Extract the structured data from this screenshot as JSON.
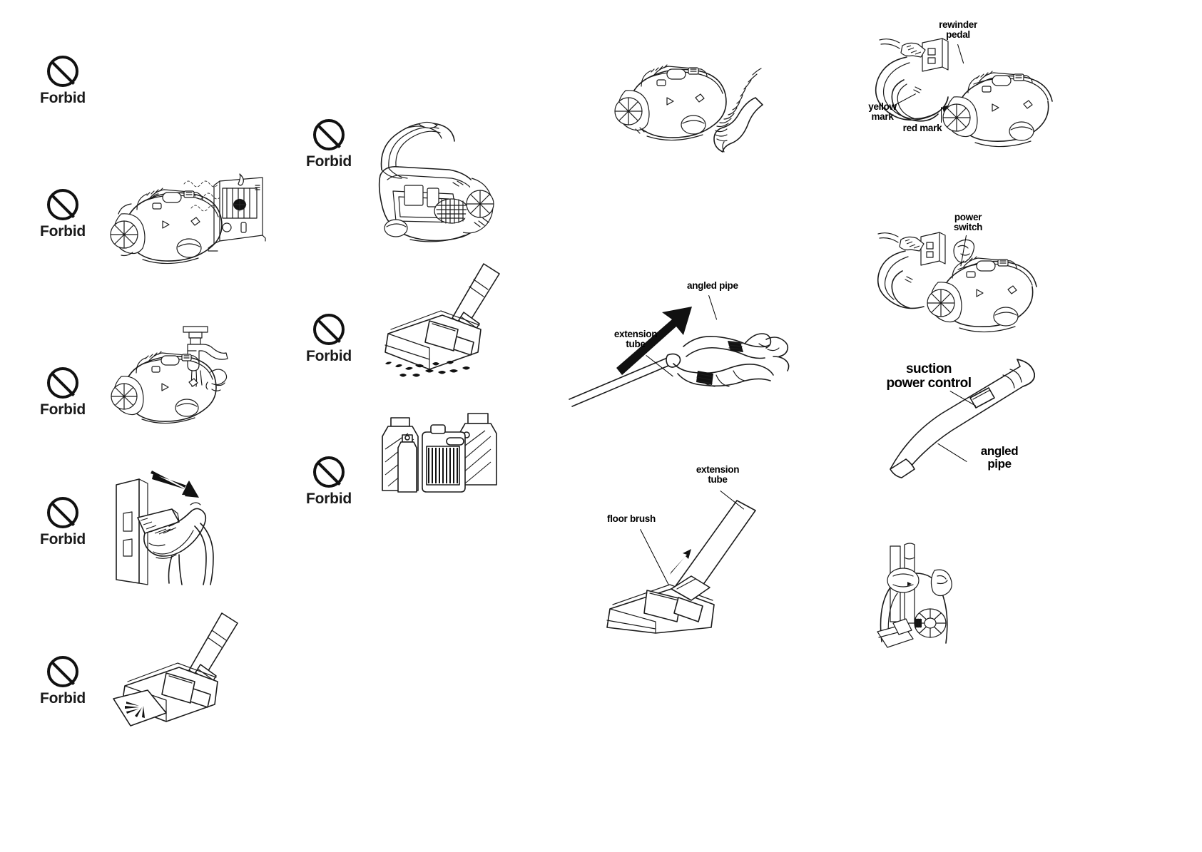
{
  "document": {
    "type": "appliance-instruction-manual-page",
    "subject": "canister vacuum cleaner",
    "background_color": "#ffffff",
    "ink_color": "#1b1b1b"
  },
  "forbid_icon": {
    "name": "prohibition-sign",
    "label": "Forbid",
    "description": "circle with diagonal slash"
  },
  "warnings": [
    {
      "id": "warning-1",
      "badge": "Forbid",
      "illustration": "none"
    },
    {
      "id": "warning-2",
      "badge": "Forbid",
      "illustration": "vacuum-cleaner-near-heater"
    },
    {
      "id": "warning-3",
      "badge": "Forbid",
      "illustration": "vacuum-cleaner-under-water-faucet"
    },
    {
      "id": "warning-4",
      "badge": "Forbid",
      "illustration": "hand-pulling-plug-by-cord-from-wall-outlet"
    },
    {
      "id": "warning-5",
      "badge": "Forbid",
      "illustration": "floor-brush-vacuuming-sharp-glass-shards"
    },
    {
      "id": "warning-6",
      "badge": "Forbid",
      "illustration": "vacuum-cleaner-with-open-dust-lid"
    },
    {
      "id": "warning-7",
      "badge": "Forbid",
      "illustration": "floor-brush-vacuuming-large-debris"
    },
    {
      "id": "warning-8",
      "badge": "Forbid",
      "illustration": "flammable-liquid-bottles-and-heater"
    }
  ],
  "instructions": [
    {
      "id": "step-hose-attach",
      "illustration": "vacuum-body-with-detached-hose",
      "labels": []
    },
    {
      "id": "step-cord-rewind",
      "illustration": "plug-cord-and-vacuum-body-with-marks",
      "labels": [
        {
          "name": "rewinder-pedal",
          "text": "rewinder\npedal"
        },
        {
          "name": "yellow-mark",
          "text": "yellow\nmark"
        },
        {
          "name": "red-mark",
          "text": "red mark"
        }
      ]
    },
    {
      "id": "step-power-switch",
      "illustration": "plug-into-outlet-and-hand-pressing-switch",
      "labels": [
        {
          "name": "power-switch",
          "text": "power\nswitch"
        }
      ]
    },
    {
      "id": "step-join-pipe-tube",
      "illustration": "hands-joining-extension-tube-to-angled-pipe",
      "labels": [
        {
          "name": "angled-pipe",
          "text": "angled pipe"
        },
        {
          "name": "extension-tube",
          "text": "extension\ntube"
        }
      ]
    },
    {
      "id": "step-suction-control",
      "illustration": "angled-pipe-with-suction-slider",
      "labels": [
        {
          "name": "suction-power-control",
          "text": "suction\npower control"
        },
        {
          "name": "angled-pipe",
          "text": "angled\npipe"
        }
      ]
    },
    {
      "id": "step-attach-floor-brush",
      "illustration": "extension-tube-inserting-into-floor-brush",
      "labels": [
        {
          "name": "extension-tube",
          "text": "extension\ntube"
        },
        {
          "name": "floor-brush",
          "text": "floor brush"
        }
      ]
    },
    {
      "id": "step-upright-storage",
      "illustration": "vacuum-stored-in-upright-parking-position",
      "labels": []
    }
  ]
}
